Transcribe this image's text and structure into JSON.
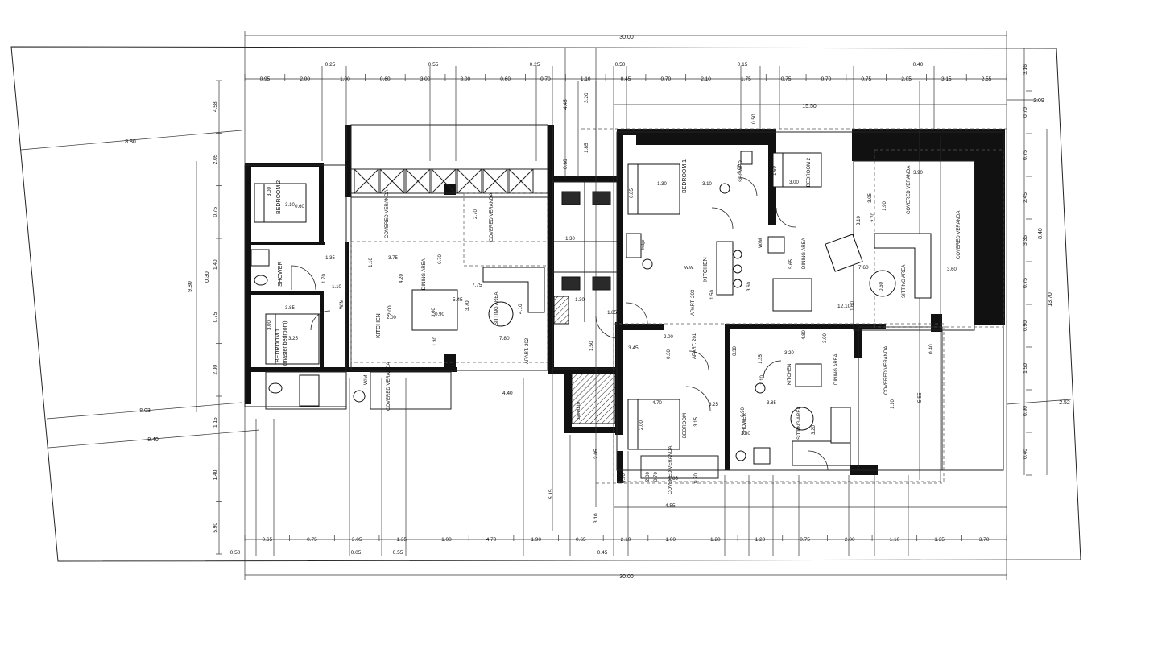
{
  "plan": {
    "overall_dims": {
      "top": "30.00",
      "bottom": "30.00"
    },
    "plot_dims": {
      "left_top": "8.80",
      "left_mid": "8.03",
      "left_bottom": "8.40",
      "right_small": "2.52",
      "right_top": "2.09"
    },
    "top_chain": [
      "0.95",
      "2.00",
      "1.00",
      "0.60",
      "3.00",
      "3.00",
      "0.60",
      "0.70",
      "1.10",
      "0.45",
      "0.70",
      "2.10",
      "1.75",
      "0.75",
      "0.70",
      "0.75",
      "2.05",
      "3.15",
      "2.55"
    ],
    "top_offsets": [
      "0.25",
      "0.55",
      "0.25",
      "0.50",
      "0.15",
      "0.40"
    ],
    "bottom_chain": [
      "0.65",
      "0.75",
      "3.05",
      "1.35",
      "1.00",
      "4.70",
      "1.90",
      "0.65",
      "2.10",
      "1.00",
      "1.20",
      "1.20",
      "0.75",
      "2.00",
      "1.10",
      "1.35",
      "3.70"
    ],
    "bottom_offsets": [
      "0.50",
      "0.05",
      "0.55",
      "0.45"
    ],
    "left_chain": [
      "4.58",
      "2.05",
      "0.75",
      "1.40",
      "0.75",
      "2.00",
      "1.15",
      "1.40",
      "5.90"
    ],
    "left_total": "9.80",
    "left_small": "0.30",
    "right_chain": [
      "3.16",
      "0.70",
      "0.75",
      "2.45",
      "3.35",
      "0.75",
      "0.90",
      "1.50",
      "0.90",
      "0.40"
    ],
    "right_totals": [
      "8.40",
      "13.70"
    ],
    "inner_dims": [
      "15.50",
      "4.45",
      "3.20",
      "1.85",
      "0.60",
      "0.50",
      "5.15",
      "3.10",
      "2.05",
      "5.55",
      "0.40",
      "12.10",
      "7.60",
      "7.80",
      "4.40",
      "4.55",
      "4.10",
      "3.70",
      "3.45",
      "1.50",
      "5.45",
      "2.00",
      "7.75"
    ]
  },
  "rooms": {
    "bedroom2_left": "BEDROOM 2",
    "shower_left": "SHOWER",
    "bedroom1_left": "BEDROOM 1",
    "master_left": "(master bedroom)",
    "kitchen_left": "KITCHEN",
    "dining_left": "DINING AREA",
    "sitting_left": "SITTING AREA",
    "covered_veranda_a": "COVERED VERANDA",
    "covered_veranda_b": "COVERED VERANDA",
    "covered_veranda_c": "COVERED VERANDA",
    "apart_202": "APART. 202",
    "apart_203": "APART. 203",
    "apart_201": "APART. 201",
    "bedroom1_right": "BEDROOM 1",
    "shower_right": "SHOWER",
    "bedroom2_right": "BEDROOM 2",
    "kitchen_right": "KITCHEN",
    "dining_right": "DINING AREA",
    "sitting_right": "SITTING AREA",
    "covered_veranda_right": "COVERED VERANDA",
    "covered_veranda_far": "COVERED VERANDA",
    "kitchen_201": "KITCHEN",
    "dining_201": "DINING AREA",
    "sitting_201": "SITTING AREA",
    "bedroom_201": "BEDROOM",
    "shower_201": "SHOWER",
    "covered_veranda_201": "COVERED VERANDA",
    "covered_veranda_201b": "COVERED VERANDA",
    "wm_a": "W/M",
    "wm_b": "W/M",
    "wm_c": "W/M",
    "ww": "W.W.",
    "lift": "paved to",
    "fridge": "fridge"
  },
  "room_dims": [
    "3.00",
    "3.10",
    "3.85",
    "3.25",
    "3.00",
    "1.90",
    "0.60",
    "1.35",
    "1.70",
    "2.00",
    "1.10",
    "1.10",
    "3.75",
    "4.20",
    "2.00",
    "0.70",
    "2.70",
    "3.60",
    "0.90",
    "1.30",
    "1.30",
    "1.30",
    "1.85",
    "0.85",
    "1.30",
    "3.10",
    "3.00",
    "1.60",
    "3.00",
    "3.05",
    "1.90",
    "3.10",
    "3.90",
    "2.70",
    "1.60",
    "0.60",
    "5.65",
    "3.60",
    "3.60",
    "1.50",
    "4.80",
    "3.00",
    "2.00",
    "0.30",
    "0.30",
    "1.35",
    "3.20",
    "1.10",
    "3.85",
    "1.10",
    "3.20",
    "2.00",
    "4.70",
    "3.15",
    "3.25",
    "3.30",
    "0.90",
    "1.85",
    "2.00",
    "0.70",
    "0.90",
    "0.70"
  ]
}
